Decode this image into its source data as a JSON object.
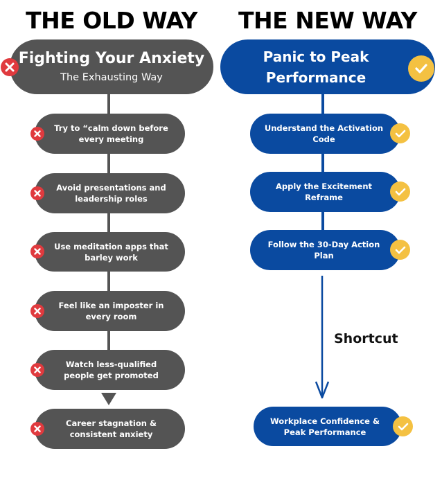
{
  "old_way": {
    "column_title": "THE OLD WAY",
    "header": {
      "title": "Fighting Your Anxiety",
      "subtitle": "The Exhausting Way",
      "status_icon": "x-circle-icon"
    },
    "steps": [
      {
        "text": "Try to “calm down before every meeting",
        "status_icon": "x-circle-icon"
      },
      {
        "text": "Avoid presentations and leadership roles",
        "status_icon": "x-circle-icon"
      },
      {
        "text": "Use meditation apps that barley work",
        "status_icon": "x-circle-icon"
      },
      {
        "text": "Feel like an imposter in every room",
        "status_icon": "x-circle-icon"
      },
      {
        "text": "Watch less-qualified people get promoted",
        "status_icon": "x-circle-icon"
      },
      {
        "text": "Career stagnation & consistent anxiety",
        "status_icon": "x-circle-icon"
      }
    ]
  },
  "new_way": {
    "column_title": "THE NEW WAY",
    "header": {
      "title": "Panic to Peak Performance",
      "status_icon": "check-circle-icon"
    },
    "steps": [
      {
        "text": "Understand the Activation Code",
        "status_icon": "check-circle-icon"
      },
      {
        "text": "Apply the Excitement Reframe",
        "status_icon": "check-circle-icon"
      },
      {
        "text": "Follow the 30-Day Action Plan",
        "status_icon": "check-circle-icon"
      }
    ],
    "shortcut_label": "Shortcut",
    "result": {
      "text": "Workplace Confidence & Peak Performance",
      "status_icon": "check-circle-icon"
    }
  },
  "colors": {
    "old_fill": "#545454",
    "new_fill": "#0a4aa0",
    "x_badge": "#e03a3e",
    "check_badge": "#f4c142"
  }
}
